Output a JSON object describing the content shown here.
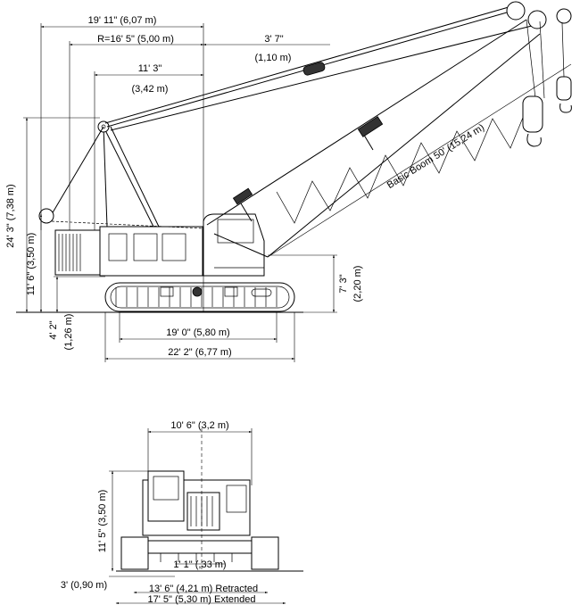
{
  "side_view": {
    "dims": {
      "total_radius": "19' 11\" (6,07 m)",
      "tail_radius": "R=16' 5\" (5,00 m)",
      "jib_offset": "3' 7\"",
      "jib_offset_metric": "(1,10 m)",
      "mast_length": "11' 3\"",
      "mast_length_metric": "(3,42 m)",
      "boom_label": "Basic Boom 50' (15,24 m)",
      "overall_height": "24' 3\" (7,38 m)",
      "cab_height": "11' 6\" (3,50 m)",
      "pivot_height": "7' 3\"",
      "pivot_height_metric": "(2,20 m)",
      "clearance": "4' 2\"",
      "clearance_metric": "(1,26 m)",
      "track_length": "19' 0\" (5,80 m)",
      "overall_length": "22' 2\" (6,77 m)"
    }
  },
  "rear_view": {
    "dims": {
      "width": "10' 6\" (3,2 m)",
      "height": "11' 5\" (3,50 m)",
      "track_gauge_offset": "3' (0,90 m)",
      "track_shoe": "1' 1\" (,33 m)",
      "retracted": "13' 6\" (4,21 m) Retracted",
      "extended": "17' 5\" (5,30 m) Extended"
    }
  }
}
